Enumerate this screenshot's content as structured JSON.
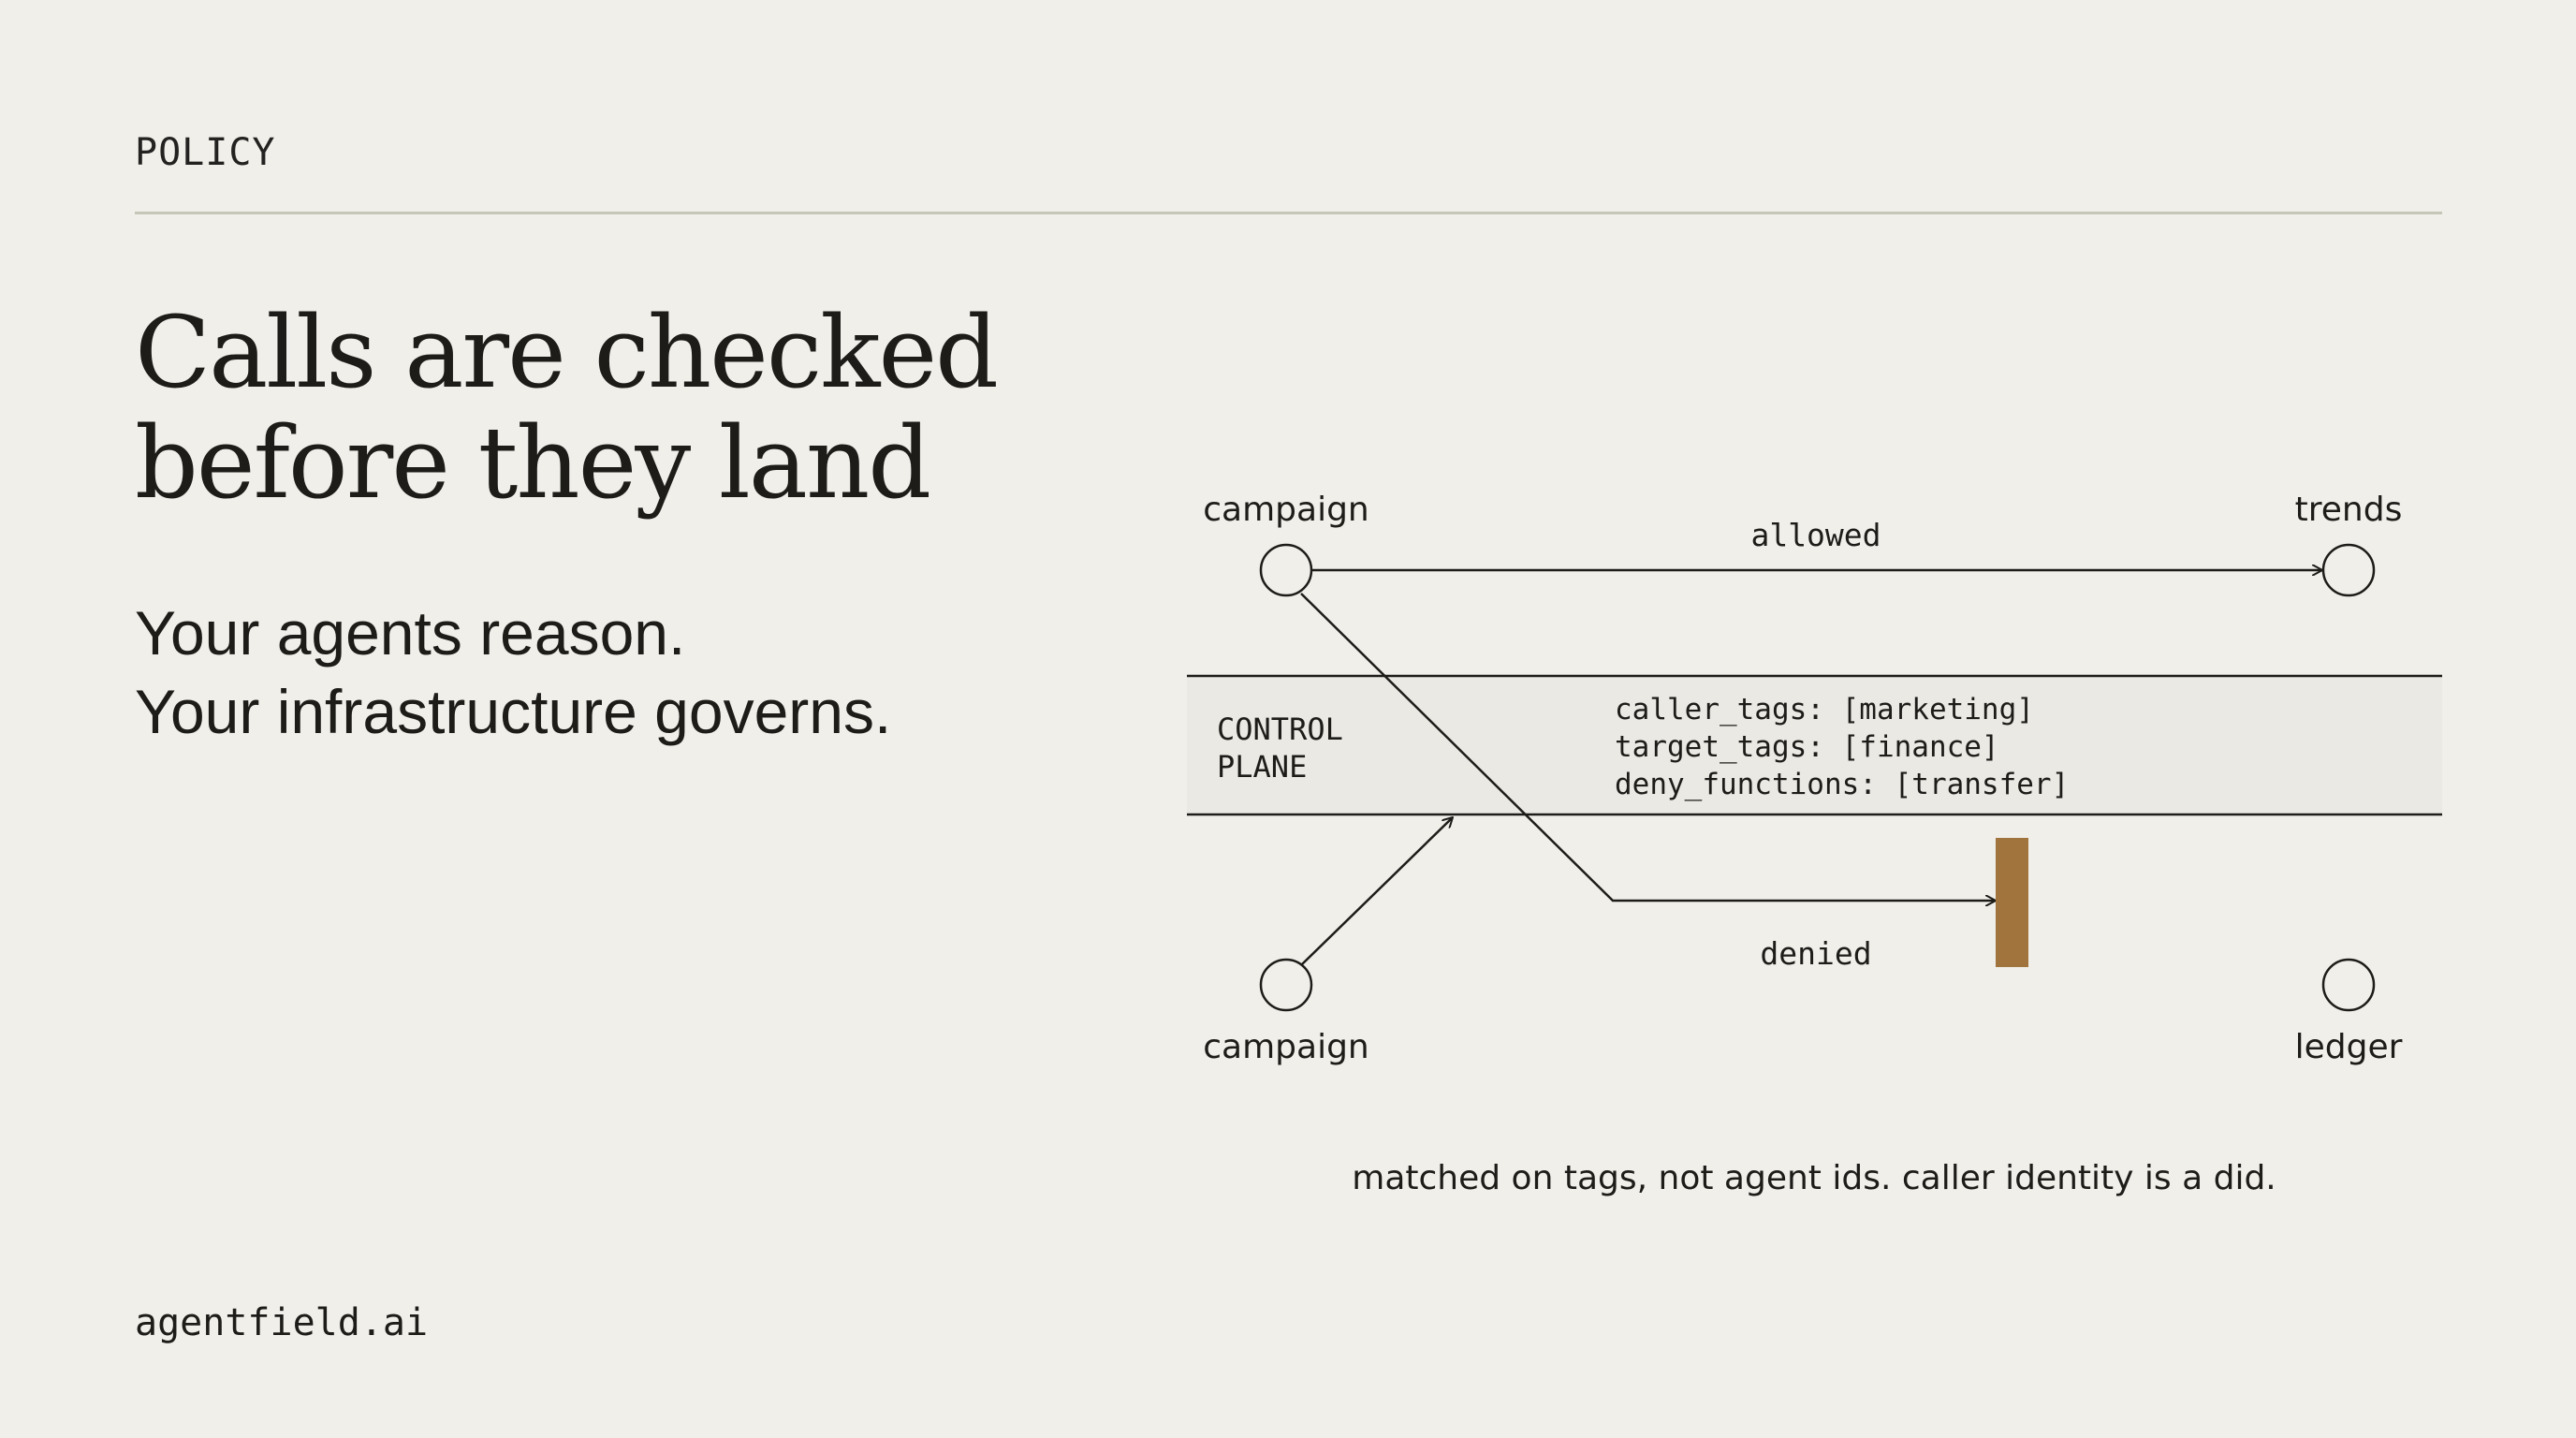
{
  "eyebrow": "POLICY",
  "headline": {
    "line1": "Calls are checked",
    "line2": "before they land"
  },
  "subhead": {
    "line1": "Your agents reason.",
    "line2": "Your infrastructure governs."
  },
  "diagram": {
    "nodes": {
      "top_left": "campaign",
      "top_right": "trends",
      "bottom_left": "campaign",
      "bottom_right": "ledger"
    },
    "edges": {
      "allowed": "allowed",
      "denied": "denied"
    },
    "control_plane": {
      "line1": "CONTROL",
      "line2": "PLANE",
      "rules": [
        "caller_tags: [marketing]",
        "target_tags: [finance]",
        "deny_functions: [transfer]"
      ]
    },
    "caption": "matched on tags, not agent ids. caller identity is a did.",
    "colors": {
      "line": "#1d1c19",
      "band": "#ebe9e4",
      "block": "#a0743c"
    }
  },
  "footer": "agentfield.ai"
}
